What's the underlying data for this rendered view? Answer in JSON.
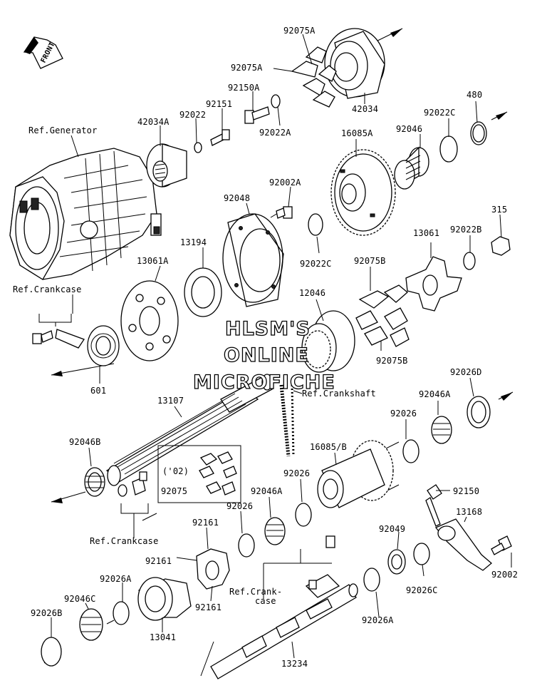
{
  "front_badge": "FRONT",
  "watermark": [
    "HLSM'S",
    "ONLINE",
    "MICROFICHE"
  ],
  "parts": {
    "p92075A_top": "92075A",
    "p92075A_left": "92075A",
    "p42034": "42034",
    "p92150A": "92150A",
    "p92022A": "92022A",
    "p92151": "92151",
    "p92022": "92022",
    "p42034A": "42034A",
    "p480": "480",
    "p92022C_top": "92022C",
    "p92046": "92046",
    "p16085A": "16085A",
    "p92002A": "92002A",
    "p92048": "92048",
    "p315": "315",
    "p92022B": "92022B",
    "p13061": "13061",
    "p92022C_mid": "92022C",
    "p13194": "13194",
    "p13061A": "13061A",
    "p92075B_top": "92075B",
    "p12046": "12046",
    "p92075B_bot": "92075B",
    "p601": "601",
    "p13107": "13107",
    "p92026D": "92026D",
    "p92046A_right": "92046A",
    "p92026_right": "92026",
    "p16085B": "16085/B",
    "p92026_mid": "92026",
    "p92046A_mid": "92046A",
    "p92046B": "92046B",
    "p02": "('02)",
    "p92075": "92075",
    "p92150": "92150",
    "p13168": "13168",
    "p92049": "92049",
    "p92026_low": "92026",
    "p92161_a": "92161",
    "p92161_b": "92161",
    "p92161_c": "92161",
    "p92026A_left": "92026A",
    "p92046C": "92046C",
    "p92026B": "92026B",
    "p13041": "13041",
    "p92026C": "92026C",
    "p92002": "92002",
    "p92026A_bot": "92026A",
    "p13234": "13234"
  },
  "refs": {
    "generator": "Ref.Generator",
    "crankcase_top": "Ref.Crankcase",
    "crankshaft": "Ref.Crankshaft",
    "crankcase_bot": "Ref.Crankcase",
    "crankcase_2a": "Ref.Crank-",
    "crankcase_2b": "case"
  }
}
